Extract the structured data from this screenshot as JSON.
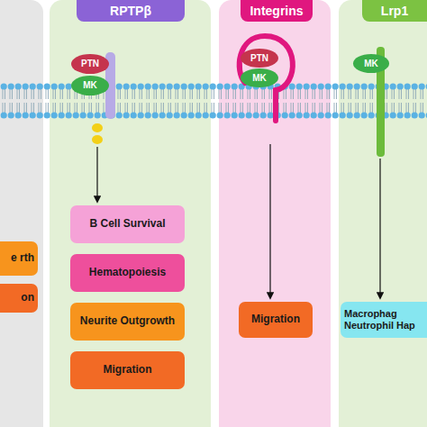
{
  "diagram": {
    "nodes": [
      {
        "text": [
          "e rth"
        ]
      },
      {
        "text": [
          "on"
        ]
      },
      {
        "text": [
          "RPTPβ"
        ]
      },
      {
        "text": [
          "PTN"
        ],
        "in": 2
      },
      {
        "text": [
          "MK"
        ],
        "in": 2
      },
      {
        "text": [
          "B Cell Survival"
        ],
        "in": 2
      },
      {
        "text": [
          "Hematopoiesis"
        ],
        "in": 2
      },
      {
        "text": [
          "Neurite Outgrowth"
        ],
        "in": 2
      },
      {
        "text": [
          "Migration"
        ],
        "in": 2
      },
      {
        "text": [
          "Integrins"
        ]
      },
      {
        "text": [
          "PTN"
        ],
        "in": 9
      },
      {
        "text": [
          "MK"
        ],
        "in": 9
      },
      {
        "text": [
          "Migration"
        ],
        "in": 9
      },
      {
        "text": [
          "Lrp1"
        ]
      },
      {
        "text": [
          "MK"
        ],
        "in": 13
      },
      {
        "text": [
          "Macrophag Neutrophil Hap"
        ],
        "in": 13
      }
    ]
  }
}
